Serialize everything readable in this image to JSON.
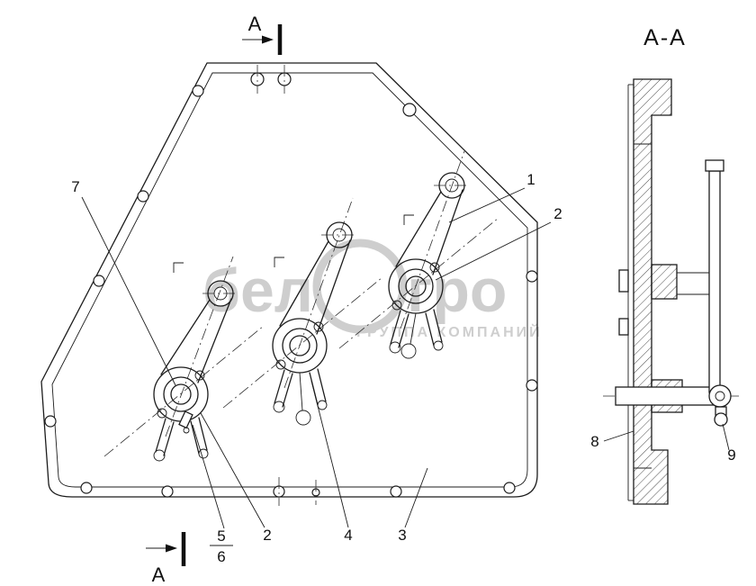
{
  "labels": {
    "section_arrow_top": "A",
    "section_arrow_bottom": "A",
    "section_view_title": "A-A"
  },
  "callouts": {
    "n1": "1",
    "n2_right": "2",
    "n2_left": "2",
    "n3": "3",
    "n4": "4",
    "n5": "5",
    "n6": "6",
    "n7": "7",
    "n8": "8",
    "n9": "9"
  },
  "watermark": {
    "part1": "бел",
    "part2": "гро",
    "line2": "ГРУППА КОМПАНИЙ"
  },
  "colors": {
    "line": "#1c1c1c",
    "watermark": "#c6c6c6",
    "background": "#ffffff"
  }
}
